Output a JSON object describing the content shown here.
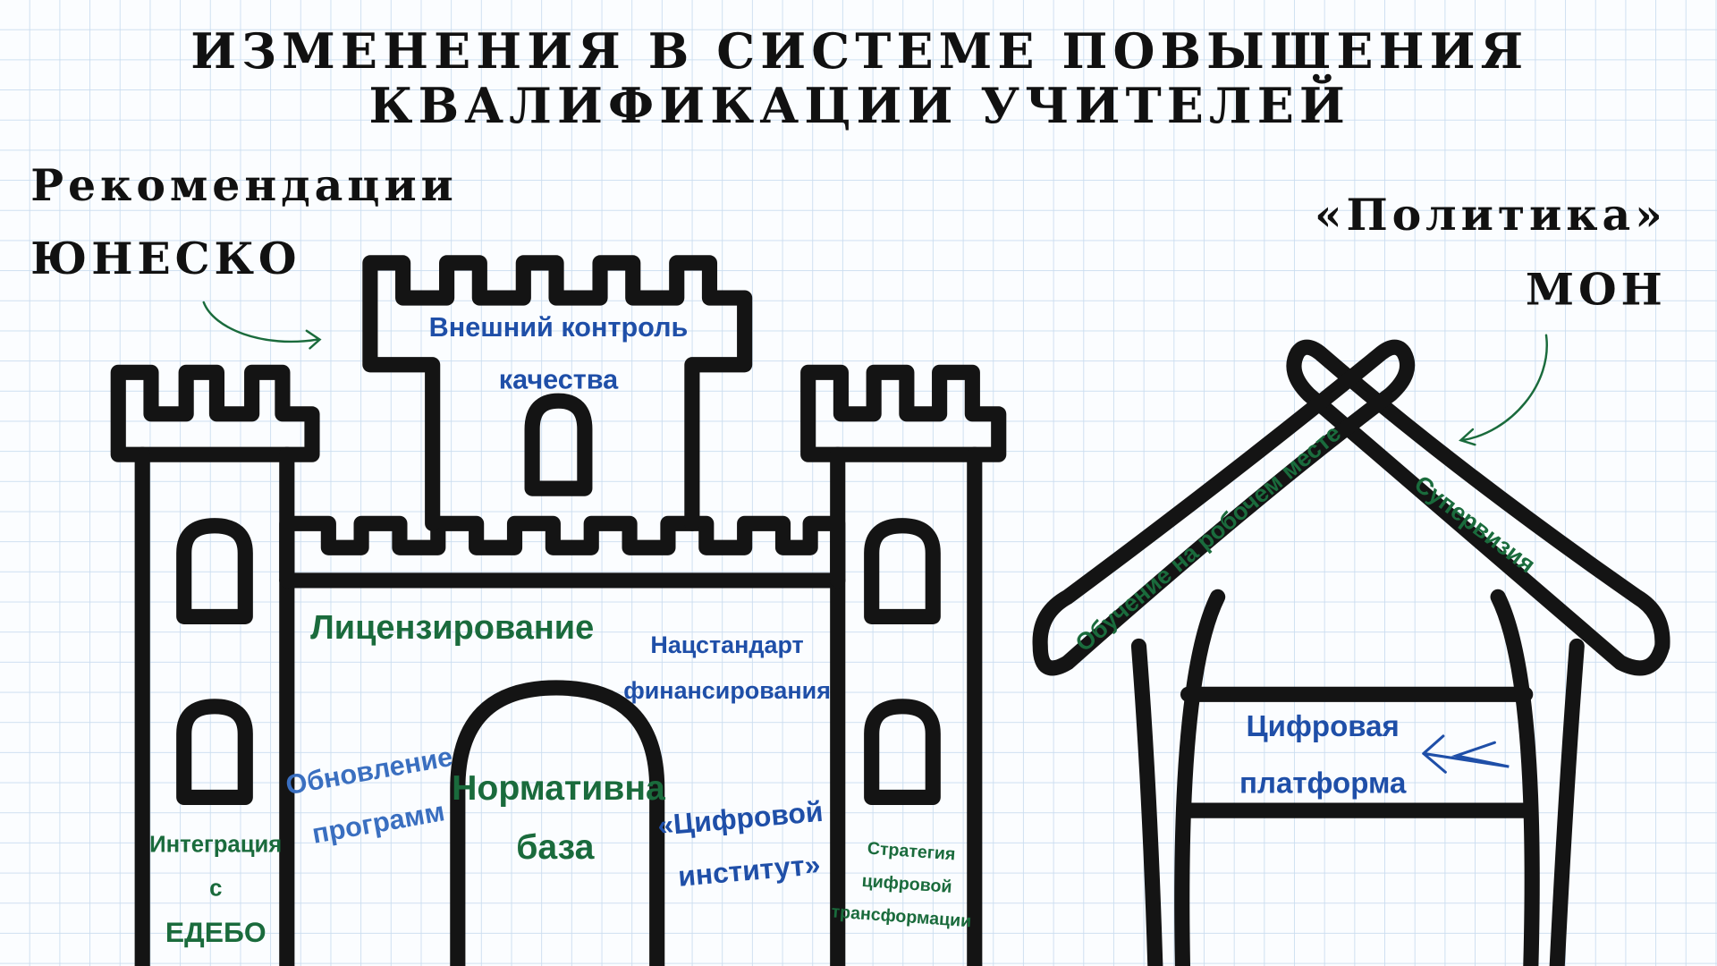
{
  "title": {
    "line1": "ИЗМЕНЕНИЯ В СИСТЕМЕ ПОВЫШЕНИЯ",
    "line2": "КВАЛИФИКАЦИИ УЧИТЕЛЕЙ"
  },
  "left_source": {
    "line1": "Рекомендации",
    "line2": "ЮНЕСКО"
  },
  "right_source": {
    "line1": "«Политика»",
    "line2": "МОН"
  },
  "castle": {
    "top_tower": {
      "line1": "Внешний контроль",
      "line2": "качества"
    },
    "licensing": "Лицензирование",
    "funding": {
      "line1": "Нацстандарт",
      "line2": "финансирования"
    },
    "programs": {
      "line1": "Обновление",
      "line2": "программ"
    },
    "normative": {
      "line1": "Нормативна",
      "line2": "база"
    },
    "digital_institute": {
      "line1": "«Цифровой",
      "line2": "институт»"
    },
    "edebo": {
      "line1": "Интеграция",
      "line2": "с",
      "line3": "ЕДЕБО"
    },
    "strategy": {
      "line1": "Стратегия",
      "line2": "цифровой",
      "line3": "трансформации"
    }
  },
  "shelter": {
    "left_beam": "Обучение на робочем месте",
    "right_beam": "Супервизия",
    "platform": {
      "line1": "Цифровая",
      "line2": "платформа"
    }
  },
  "colors": {
    "green": "#1a6b3c",
    "blue": "#1f4fa8",
    "grid": "#c9dcef"
  }
}
